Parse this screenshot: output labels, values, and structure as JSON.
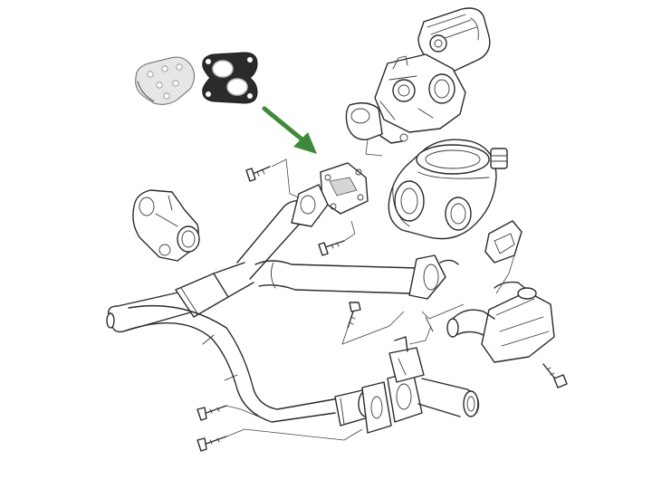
{
  "colors": {
    "line": "#2a2a2a",
    "background": "#ffffff",
    "arrow": "#3f8a3a",
    "plate_fill": "#e6e6e6",
    "gasket_fill": "#2b2b2b",
    "gasket_highlight": "#bfbfbf"
  },
  "diagram": {
    "type": "exploded-parts-illustration",
    "parts": [
      {
        "name": "egr-blanking-plate",
        "icon": "blanking-plate-icon"
      },
      {
        "name": "egr-gasket",
        "icon": "gasket-icon"
      },
      {
        "name": "egr-valve",
        "icon": "egr-valve-icon"
      },
      {
        "name": "egr-cooler",
        "icon": "cooler-icon"
      },
      {
        "name": "egr-pipe",
        "icon": "pipe-icon"
      },
      {
        "name": "bolts",
        "icon": "bolt-icon"
      }
    ],
    "pointer": {
      "icon": "arrow-icon",
      "target": "egr-gasket"
    }
  }
}
